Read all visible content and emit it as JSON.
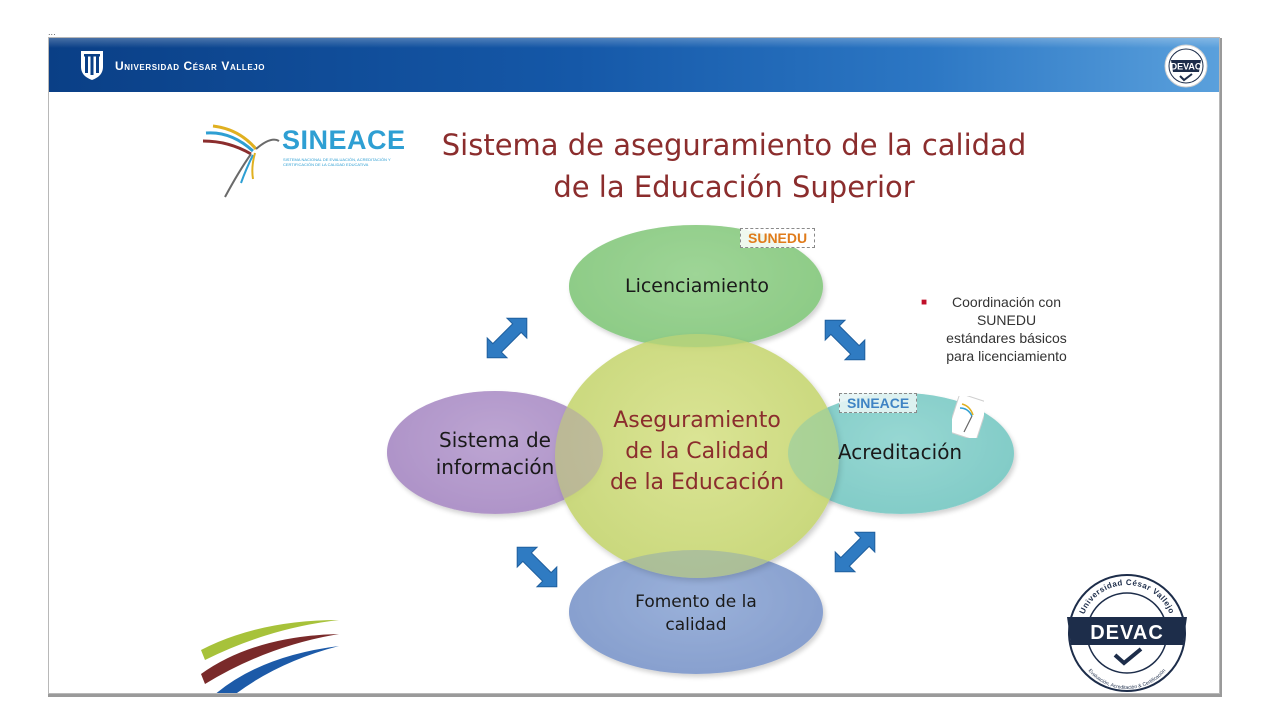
{
  "header": {
    "university_name": "Universidad César Vallejo",
    "badge_text": "DEVAC"
  },
  "logo": {
    "name": "SINEACE",
    "subtitle": "SISTEMA NACIONAL DE EVALUACIÓN, ACREDITACIÓN Y CERTIFICACIÓN DE LA CALIDAD EDUCATIVA"
  },
  "title": {
    "line1": "Sistema de aseguramiento de la calidad",
    "line2": "de la Educación Superior"
  },
  "diagram": {
    "center": {
      "line1": "Aseguramiento",
      "line2": "de la Calidad",
      "line3": "de la Educación"
    },
    "top": {
      "label": "Licenciamiento",
      "tag": "SUNEDU"
    },
    "left": {
      "line1": "Sistema de",
      "line2": "información"
    },
    "right": {
      "label": "Acreditación",
      "tag": "SINEACE"
    },
    "bottom": {
      "line1": "Fomento de la",
      "line2": "calidad"
    },
    "note": {
      "line1": "Coordinación con",
      "line2": "SUNEDU",
      "line3": "estándares básicos",
      "line4": "para  licenciamiento"
    }
  },
  "devac_seal": {
    "top_text": "Universidad César Vallejo",
    "center_text": "DEVAC",
    "bottom_text": "Evaluación, Acreditación & Certificación"
  },
  "colors": {
    "header_blue": "#1558a8",
    "title_red": "#8b2d2d",
    "center_fill": "#c8d67a",
    "top_fill": "#8fcf8a",
    "left_fill": "#b79ccc",
    "right_fill": "#8ed3cf",
    "bottom_fill": "#8fa6cf",
    "arrow_blue": "#2f7bc2",
    "sunedu_orange": "#e07b1a",
    "sineace_blue": "#3f84c4"
  }
}
